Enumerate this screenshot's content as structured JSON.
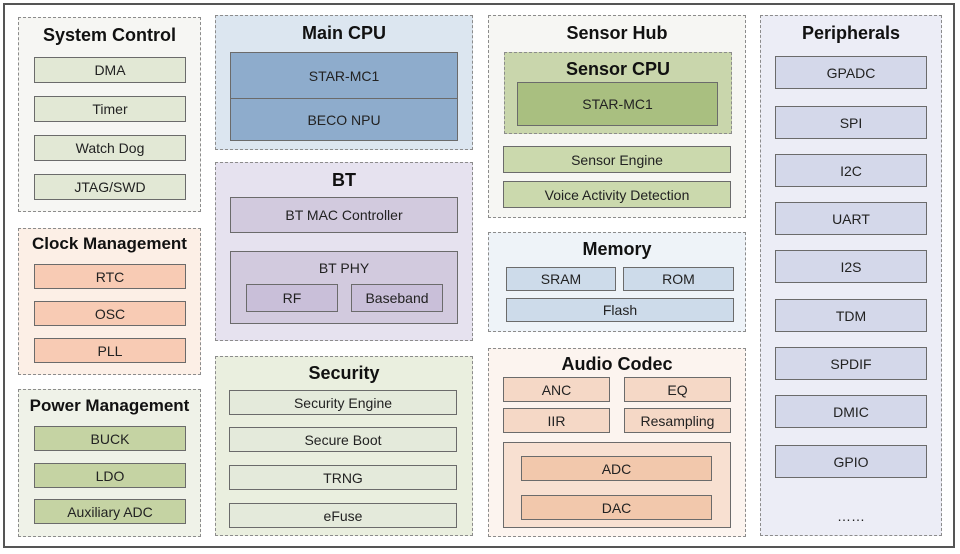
{
  "colors": {
    "system_control_bg": "#f6f6f3",
    "system_control_item": "#e2e8d5",
    "clock_bg": "#fcefe6",
    "clock_item": "#f8cbb4",
    "power_bg": "#eff2e8",
    "power_item": "#c5d3a3",
    "main_cpu_bg": "#dce6f0",
    "main_cpu_item": "#8eaccc",
    "bt_bg": "#e6e2ef",
    "bt_item": "#d2cade",
    "bt_phy_item": "#c9bfd9",
    "security_bg": "#eaefdf",
    "security_item": "#e4eadb",
    "sensor_hub_bg": "#f6f6f3",
    "sensor_cpu_bg": "#c9d6ac",
    "sensor_cpu_item": "#a9bf80",
    "sensor_item": "#cbd9ad",
    "memory_bg": "#eef3f8",
    "memory_item": "#cddbea",
    "audio_bg": "#fcf4ef",
    "audio_item": "#f5d8c6",
    "audio_inner_bg": "#f8e0d1",
    "audio_inner_item": "#f2c8ac",
    "peripherals_bg": "#ecedf6",
    "peripherals_item": "#d4d8ea"
  },
  "system_control": {
    "title": "System Control",
    "items": [
      "DMA",
      "Timer",
      "Watch Dog",
      "JTAG/SWD"
    ]
  },
  "clock_management": {
    "title": "Clock Management",
    "items": [
      "RTC",
      "OSC",
      "PLL"
    ]
  },
  "power_management": {
    "title": "Power Management",
    "items": [
      "BUCK",
      "LDO",
      "Auxiliary ADC"
    ]
  },
  "main_cpu": {
    "title": "Main CPU",
    "items": [
      "STAR-MC1",
      "BECO NPU"
    ]
  },
  "bt": {
    "title": "BT",
    "mac": "BT MAC Controller",
    "phy": {
      "title": "BT PHY",
      "items": [
        "RF",
        "Baseband"
      ]
    }
  },
  "security": {
    "title": "Security",
    "items": [
      "Security Engine",
      "Secure Boot",
      "TRNG",
      "eFuse"
    ]
  },
  "sensor_hub": {
    "title": "Sensor Hub",
    "sensor_cpu": {
      "title": "Sensor CPU",
      "core": "STAR-MC1"
    },
    "items": [
      "Sensor Engine",
      "Voice Activity Detection"
    ]
  },
  "memory": {
    "title": "Memory",
    "items": [
      "SRAM",
      "ROM",
      "Flash"
    ]
  },
  "audio_codec": {
    "title": "Audio Codec",
    "items": [
      "ANC",
      "EQ",
      "IIR",
      "Resampling"
    ],
    "converters": [
      "ADC",
      "DAC"
    ]
  },
  "peripherals": {
    "title": "Peripherals",
    "items": [
      "GPADC",
      "SPI",
      "I2C",
      "UART",
      "I2S",
      "TDM",
      "SPDIF",
      "DMIC",
      "GPIO"
    ],
    "more": "……"
  }
}
